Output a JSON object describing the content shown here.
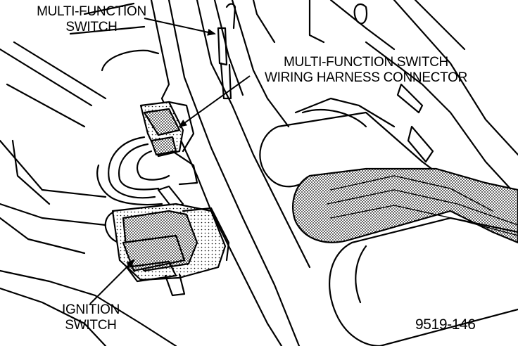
{
  "labels": {
    "multi_function_switch": [
      "MULTI-FUNCTION",
      "SWITCH"
    ],
    "harness_connector": [
      "MULTI-FUNCTION SWITCH",
      "WIRING HARNESS CONNECTOR"
    ],
    "ignition_switch": [
      "IGNITION",
      "SWITCH"
    ]
  },
  "figure_number": "9519-146",
  "colors": {
    "ink": "#000000",
    "paper": "#ffffff",
    "shade": "#9a9a9a"
  }
}
